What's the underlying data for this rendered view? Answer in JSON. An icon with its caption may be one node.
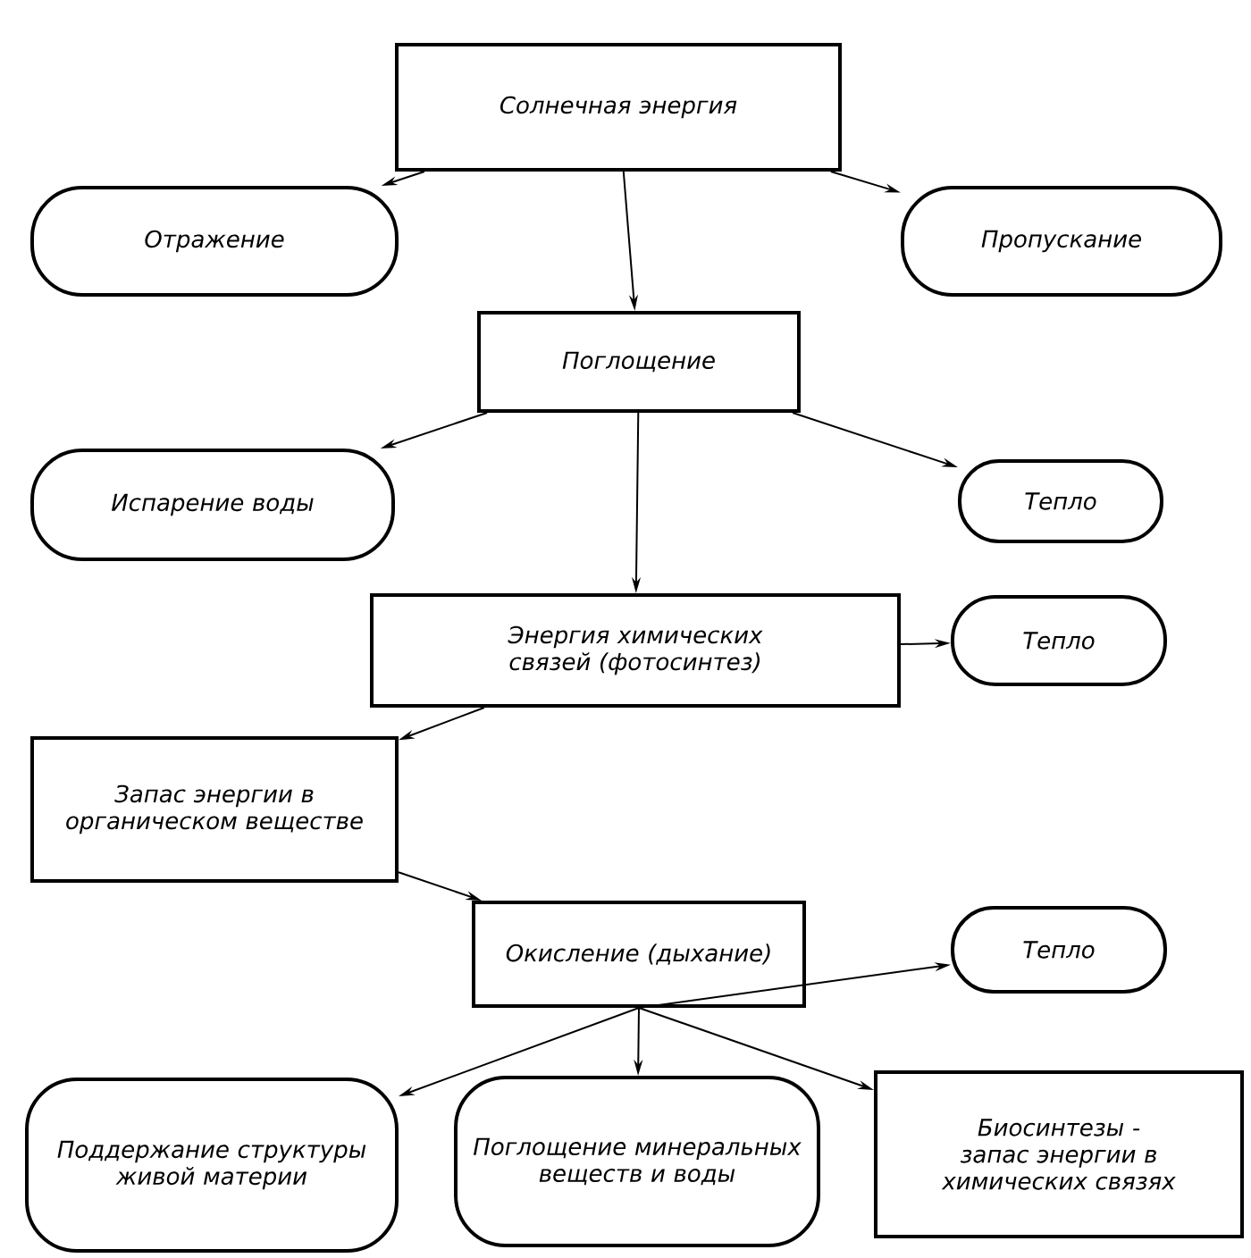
{
  "diagram": {
    "nodes": [
      {
        "text": [
          "Солнечная энергия"
        ]
      },
      {
        "text": [
          "Отражение"
        ]
      },
      {
        "text": [
          "Пропускание"
        ]
      },
      {
        "text": [
          "Поглощение"
        ]
      },
      {
        "text": [
          "Испарение воды"
        ]
      },
      {
        "text": [
          "Тепло"
        ]
      },
      {
        "text": [
          "Энергия химических связей (фотосинтез)"
        ]
      },
      {
        "text": [
          "Тепло"
        ]
      },
      {
        "text": [
          "Запас энергии в органическом веществе"
        ]
      },
      {
        "text": [
          "Окисление (дыхание)"
        ]
      },
      {
        "text": [
          "Тепло"
        ]
      },
      {
        "text": [
          "Поддержание структуры живой материи"
        ]
      },
      {
        "text": [
          "Поглощение минеральных веществ и воды"
        ]
      },
      {
        "text": [
          "Биосинтезы - запас энергии в химических связях"
        ]
      }
    ],
    "edges": [
      {
        "from": 0,
        "to": 1,
        "arrow": "to"
      },
      {
        "from": 0,
        "to": 2,
        "arrow": "to"
      },
      {
        "from": 0,
        "to": 3,
        "arrow": "to"
      },
      {
        "from": 3,
        "to": 4,
        "arrow": "to"
      },
      {
        "from": 3,
        "to": 5,
        "arrow": "to"
      },
      {
        "from": 3,
        "to": 6,
        "arrow": "to"
      },
      {
        "from": 6,
        "to": 7,
        "arrow": "to"
      },
      {
        "from": 6,
        "to": 8,
        "arrow": "to"
      },
      {
        "from": 8,
        "to": 9,
        "arrow": "to"
      },
      {
        "from": 9,
        "to": 10,
        "arrow": "to"
      },
      {
        "from": 9,
        "to": 11,
        "arrow": "to"
      },
      {
        "from": 9,
        "to": 12,
        "arrow": "to"
      },
      {
        "from": 9,
        "to": 13,
        "arrow": "to"
      }
    ]
  }
}
